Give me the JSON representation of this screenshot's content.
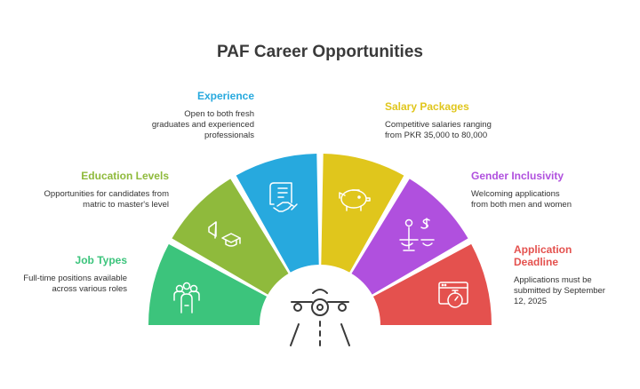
{
  "title": "PAF Career Opportunities",
  "segments": [
    {
      "id": "job",
      "heading": "Job Types",
      "description": "Full-time positions available across various roles",
      "color": "#3cc47c",
      "icon": "people-group-icon",
      "side": "left"
    },
    {
      "id": "edu",
      "heading": "Education Levels",
      "description": "Opportunities for candidates from matric to master's level",
      "color": "#8fba3c",
      "icon": "graduation-cap-icon",
      "side": "left"
    },
    {
      "id": "exp",
      "heading": "Experience",
      "description": "Open to both fresh graduates and experienced professionals",
      "color": "#27a9de",
      "icon": "certificate-handshake-icon",
      "side": "left"
    },
    {
      "id": "sal",
      "heading": "Salary Packages",
      "description": "Competitive salaries ranging from PKR 35,000 to 80,000",
      "color": "#e0c61c",
      "icon": "piggy-bank-icon",
      "side": "right"
    },
    {
      "id": "gen",
      "heading": "Gender Inclusivity",
      "description": "Welcoming applications from both men and women",
      "color": "#b050de",
      "icon": "balance-scale-icon",
      "side": "right"
    },
    {
      "id": "app",
      "heading": "Application Deadline",
      "description": "Applications must be submitted by September 12, 2025",
      "color": "#e4514e",
      "icon": "stopwatch-window-icon",
      "side": "right"
    }
  ],
  "center_icon": "airplane-runway-icon"
}
